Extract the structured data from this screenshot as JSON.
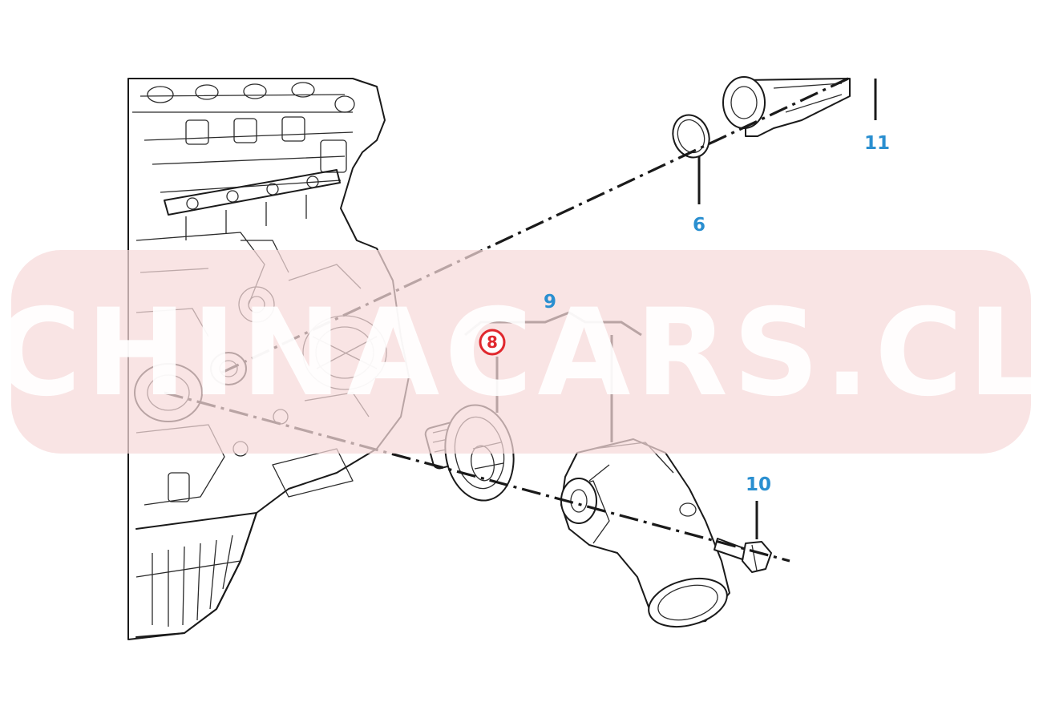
{
  "callouts": {
    "part_11": "11",
    "part_6": "6",
    "part_9": "9",
    "part_8": "8",
    "part_10": "10"
  },
  "watermark": {
    "text": "CHINACARS.CL",
    "band_color": "#f6d9d9"
  },
  "colors": {
    "callout": "#2a8fd0",
    "highlight": "#e0282e",
    "line": "#1a1a1a"
  }
}
